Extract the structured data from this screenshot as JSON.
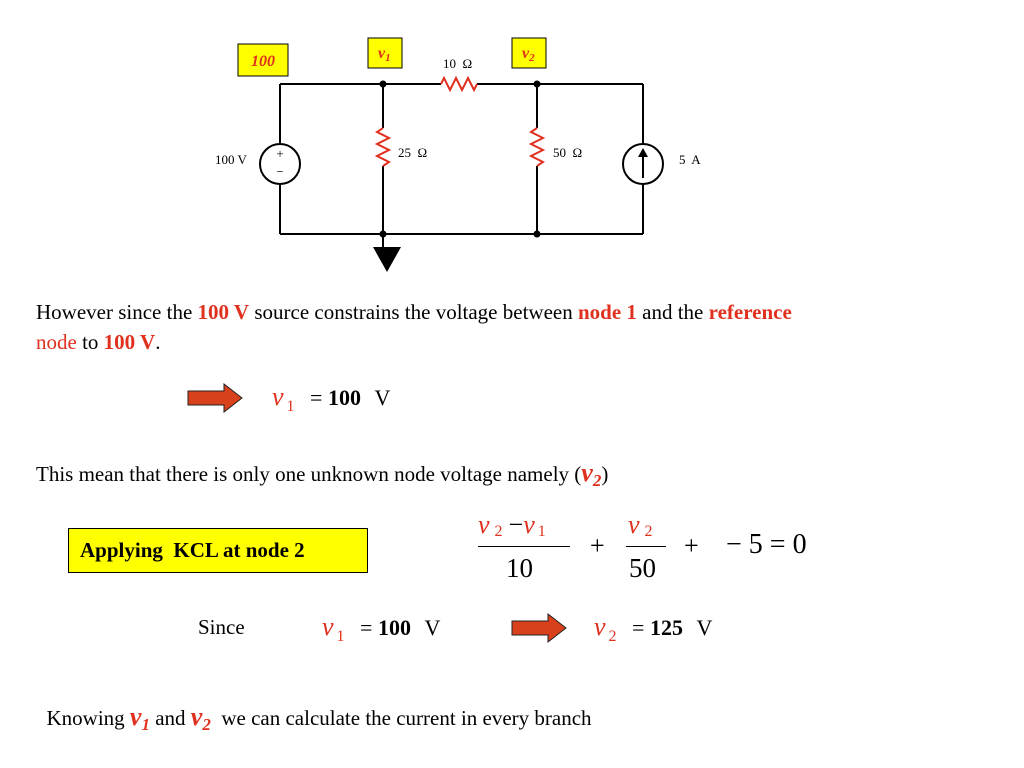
{
  "circuit": {
    "node_value_box": "100",
    "node1_label": "v",
    "node1_sub": "1",
    "node2_label": "v",
    "node2_sub": "2",
    "r_top": "10  Ω",
    "r_left": "25  Ω",
    "r_right": "50  Ω",
    "voltage_source": "100 V",
    "vs_plus": "+",
    "vs_minus": "−",
    "current_source": "5  A"
  },
  "text": {
    "p1_a": "However since the ",
    "p1_b": "100 V",
    "p1_c": " source constrains the voltage between ",
    "p1_d": "node 1",
    "p1_e": " and the ",
    "p1_f": "reference",
    "p1_g": "node",
    "p1_h": " to ",
    "p1_i": "100 V",
    "p1_j": ".",
    "p2_a": "This mean that there is only one unknown node voltage namely (",
    "p2_v": "v",
    "p2_sub": "2",
    "p2_b": ")",
    "since": "Since",
    "p3_a": "Knowing ",
    "p3_v1": "v",
    "p3_s1": "1",
    "p3_and": " and ",
    "p3_v2": "v",
    "p3_s2": "2",
    "p3_b": "  we can calculate the current in every branch"
  },
  "kcl_box": "Applying  KCL at node 2",
  "equations": {
    "eq1": {
      "var": "v",
      "sub": "1",
      "equals": "=",
      "value": "100",
      "unit": "V"
    },
    "kcl": {
      "num1_v2": "v",
      "num1_s2": "2",
      "num1_minus": "−",
      "num1_v1": "v",
      "num1_s1": "1",
      "den1": "10",
      "plus1": "+",
      "num2_v": "v",
      "num2_s": "2",
      "den2": "50",
      "plus2": "+",
      "tail": "− 5 = 0"
    },
    "since_eq": {
      "var": "v",
      "sub": "1",
      "equals": "=",
      "value": "100",
      "unit": "V"
    },
    "result": {
      "var": "v",
      "sub": "2",
      "equals": "=",
      "value": "125",
      "unit": "V"
    }
  },
  "colors": {
    "accent_red": "#e0301e",
    "highlight_yellow": "#ffff00",
    "arrow_fill": "#d9401c"
  }
}
